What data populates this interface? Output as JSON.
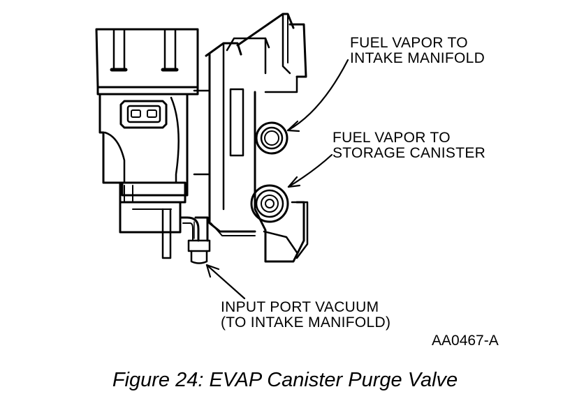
{
  "callouts": {
    "vapor_to_intake": {
      "line1": "FUEL VAPOR TO",
      "line2": "INTAKE MANIFOLD"
    },
    "vapor_to_storage": {
      "line1": "FUEL VAPOR TO",
      "line2": "STORAGE CANISTER"
    },
    "input_port": {
      "line1": "INPUT PORT VACUUM",
      "line2": "(TO INTAKE MANIFOLD)"
    }
  },
  "reference_code": "AA0467-A",
  "caption": "Figure 24: EVAP Canister Purge Valve",
  "colors": {
    "ink": "#000000",
    "paper": "#ffffff"
  }
}
